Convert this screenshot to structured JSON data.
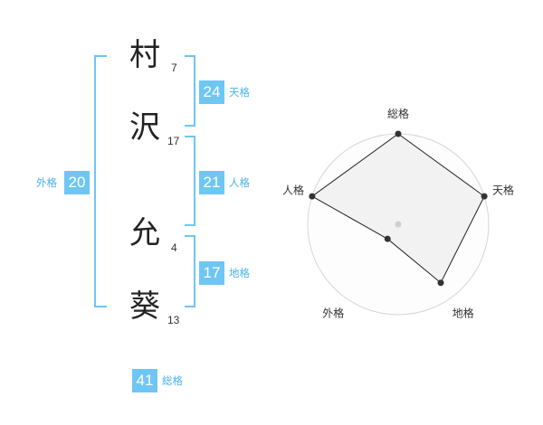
{
  "name": {
    "chars": [
      {
        "char": "村",
        "strokes": "7"
      },
      {
        "char": "沢",
        "strokes": "17"
      },
      {
        "char": "允",
        "strokes": "4"
      },
      {
        "char": "葵",
        "strokes": "13"
      }
    ]
  },
  "fortunes": {
    "tenkaku": {
      "value": "24",
      "label": "天格"
    },
    "jinkaku": {
      "value": "21",
      "label": "人格"
    },
    "chikaku": {
      "value": "17",
      "label": "地格"
    },
    "gaikaku": {
      "value": "20",
      "label": "外格"
    },
    "soukaku": {
      "value": "41",
      "label": "総格"
    }
  },
  "chart_data": {
    "type": "radar",
    "axes": [
      "総格",
      "天格",
      "地格",
      "外格",
      "人格"
    ],
    "values": [
      5,
      5,
      4,
      1,
      5
    ],
    "max": 5,
    "rings": 5
  },
  "colors": {
    "accent": "#6ec6f3",
    "label": "#4ab3ea"
  }
}
